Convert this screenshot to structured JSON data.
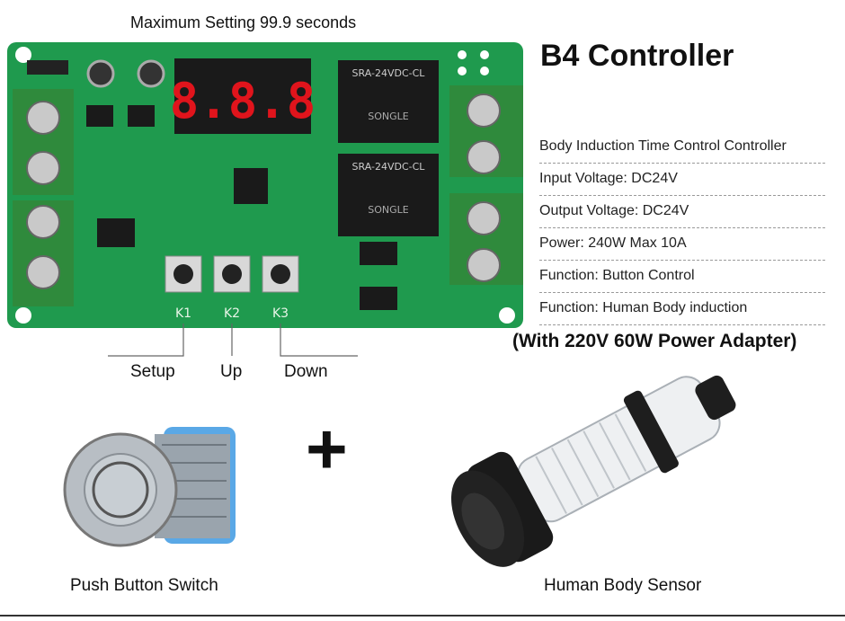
{
  "caption": "Maximum Setting 99.9 seconds",
  "title": "B4 Controller",
  "specs": [
    "Body Induction Time Control Controller",
    "Input Voltage: DC24V",
    "Output Voltage: DC24V",
    "Power: 240W Max 10A",
    "Function: Button Control",
    "Function: Human Body induction"
  ],
  "adapter_note": "(With 220V 60W Power Adapter)",
  "board": {
    "display": "8.8.8",
    "key_labels": [
      "K1",
      "K2",
      "K3"
    ],
    "relay_text": "SRA-24VDC-CL",
    "relay_brand": "SONGLE"
  },
  "buttons": {
    "setup": "Setup",
    "up": "Up",
    "down": "Down"
  },
  "plus": "+",
  "products": {
    "switch": "Push Button Switch",
    "sensor": "Human Body Sensor"
  },
  "colors": {
    "pcb": "#1f9a4e",
    "terminal": "#2f8a3c",
    "segment": "#e0141c",
    "relay": "#1a1a1a"
  }
}
